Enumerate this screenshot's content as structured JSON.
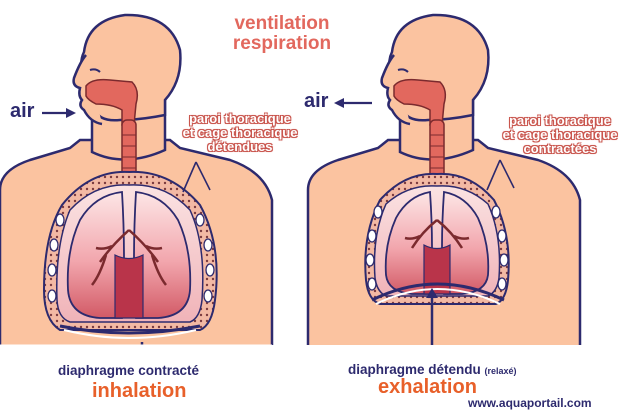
{
  "title": {
    "line1": "ventilation",
    "line2": "respiration"
  },
  "left": {
    "air": "air",
    "wall_label": [
      "paroi thoracique",
      "et cage thoracique",
      "détendues"
    ],
    "diaphragm": "diaphragme contracté",
    "phase": "inhalation"
  },
  "right": {
    "air": "air",
    "wall_label": [
      "paroi thoracique",
      "et cage thoracique",
      "contractées"
    ],
    "diaphragm": "diaphragme détendu",
    "diaphragm_note": "(relaxé)",
    "phase": "exhalation"
  },
  "footer": {
    "site": "www.aquaportail.com"
  },
  "colors": {
    "skin": "#fbc3a0",
    "outline": "#2d2a6e",
    "airway": "#e2685e",
    "lung": "#f4a8ae",
    "title": "#e2685e",
    "phase": "#e8602a"
  }
}
